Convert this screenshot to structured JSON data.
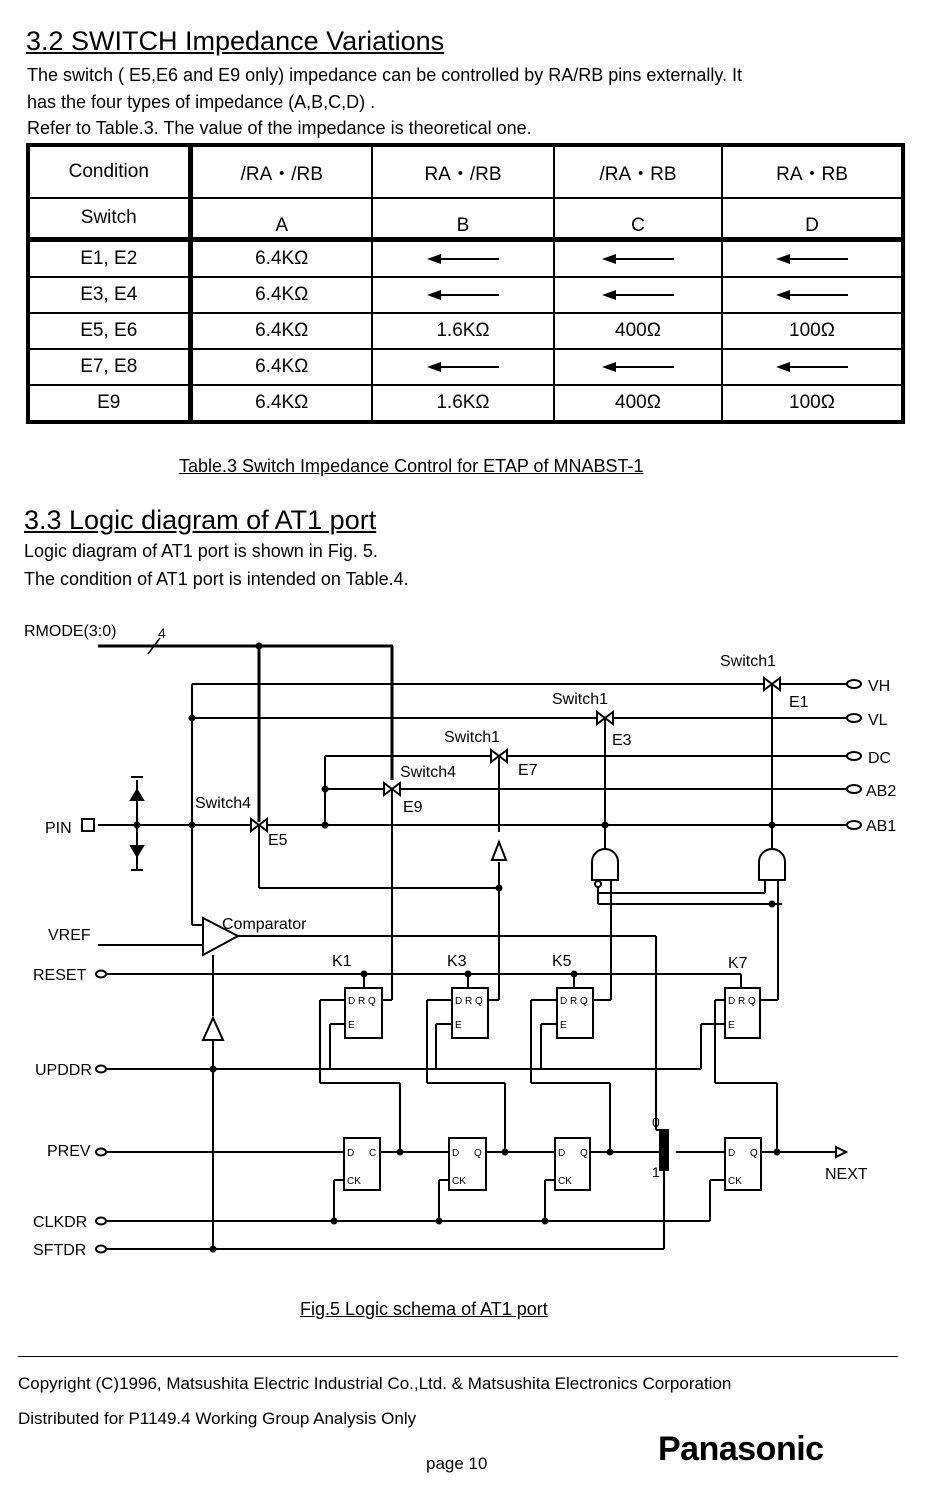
{
  "section32": {
    "heading": "3.2 SWITCH Impedance Variations",
    "line1": "The switch ( E5,E6 and  E9    only) impedance can be controlled by RA/RB pins externally.  It",
    "line2": "has the four types of impedance (A,B,C,D) .",
    "line3": "Refer to    Table.3. The value of the impedance is theoretical one."
  },
  "table": {
    "header_condition": "Condition",
    "header_switch": "Switch",
    "columns": [
      {
        "condition": "/RA・/RB",
        "type": "A"
      },
      {
        "condition": "RA・/RB",
        "type": "B"
      },
      {
        "condition": "/RA・RB",
        "type": "C"
      },
      {
        "condition": "RA・RB",
        "type": "D"
      }
    ],
    "rows": [
      {
        "switch": "E1, E2",
        "values": [
          "6.4KΩ",
          "←",
          "←",
          "←"
        ]
      },
      {
        "switch": "E3, E4",
        "values": [
          "6.4KΩ",
          "←",
          "←",
          "←"
        ]
      },
      {
        "switch": "E5, E6",
        "values": [
          "6.4KΩ",
          "1.6KΩ",
          "400Ω",
          "100Ω"
        ]
      },
      {
        "switch": "E7, E8",
        "values": [
          "6.4KΩ",
          "←",
          "←",
          "←"
        ]
      },
      {
        "switch": "E9",
        "values": [
          "6.4KΩ",
          "1.6KΩ",
          "400Ω",
          "100Ω"
        ]
      }
    ],
    "caption": "Table.3     Switch Impedance Control for ETAP of MNABST-1"
  },
  "section33": {
    "heading": "3.3 Logic diagram of AT1 port",
    "line1": "Logic diagram of AT1 port is shown in Fig. 5.",
    "line2": "The condition of AT1 port is intended  on Table.4."
  },
  "diagram": {
    "inputs": [
      "RMODE(3:0)",
      "PIN",
      "VREF",
      "RESET",
      "UPDDR",
      "PREV",
      "CLKDR",
      "SFTDR"
    ],
    "bus_width": "4",
    "outputs": [
      "VH",
      "VL",
      "DC",
      "AB2",
      "AB1",
      "NEXT"
    ],
    "switch_labels": {
      "s_e1": "Switch1",
      "s_e3": "Switch1",
      "s_e7": "Switch1",
      "s_e9": "Switch4",
      "s_e5": "Switch4"
    },
    "element_labels": {
      "e1": "E1",
      "e3": "E3",
      "e7": "E7",
      "e9": "E9",
      "e5": "E5"
    },
    "comparator": "Comparator",
    "latches": [
      "K1",
      "K3",
      "K5",
      "K7"
    ],
    "latch_pins": {
      "d": "D",
      "r": "R",
      "q": "Q",
      "e": "E"
    },
    "ff_pins": {
      "d": "D",
      "q": "Q",
      "qbar": "C",
      "ck": "CK"
    },
    "mux_pins": {
      "zero": "0",
      "one": "1"
    },
    "caption": "Fig.5      Logic schema of AT1 port"
  },
  "footer": {
    "copyright": "Copyright (C)1996, Matsushita Electric Industrial Co.,Ltd. &   Matsushita Electronics Corporation",
    "distributed": "Distributed for P1149.4 Working Group Analysis Only",
    "page": "page 10",
    "logo": "Panasonic"
  }
}
